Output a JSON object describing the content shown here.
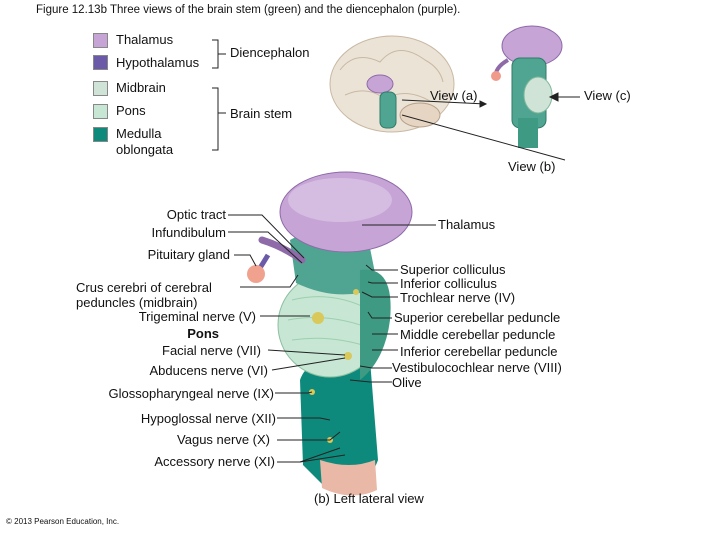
{
  "title": "Figure 12.13b  Three views of the brain stem (green) and the diencephalon (purple).",
  "legend": [
    {
      "label": "Thalamus",
      "color": "#c6a4d6"
    },
    {
      "label": "Hypothalamus",
      "color": "#6a5aa8"
    },
    {
      "label": "Midbrain",
      "color": "#cfe3d6"
    },
    {
      "label": "Pons",
      "color": "#c7e6d3"
    },
    {
      "label": "Medulla\noblongata",
      "color": "#0e8a7c"
    }
  ],
  "groups": {
    "diencephalon": "Diencephalon",
    "brainstem": "Brain stem"
  },
  "views": {
    "a": "View (a)",
    "b": "View (b)",
    "c": "View (c)"
  },
  "left_labels": {
    "optic_tract": "Optic tract",
    "infundibulum": "Infundibulum",
    "pituitary": "Pituitary gland",
    "crus": "Crus cerebri of cerebral\npeduncles (midbrain)",
    "trigeminal": "Trigeminal nerve (V)",
    "pons": "Pons",
    "facial": "Facial nerve (VII)",
    "abducens": "Abducens nerve (VI)",
    "glosso": "Glossopharyngeal nerve (IX)",
    "hypoglossal": "Hypoglossal nerve (XII)",
    "vagus": "Vagus nerve (X)",
    "accessory": "Accessory nerve (XI)"
  },
  "right_labels": {
    "thalamus": "Thalamus",
    "sup_coll": "Superior colliculus",
    "inf_coll": "Inferior colliculus",
    "trochlear": "Trochlear nerve (IV)",
    "sup_ped": "Superior cerebellar peduncle",
    "mid_ped": "Middle cerebellar peduncle",
    "inf_ped": "Inferior cerebellar peduncle",
    "vestib": "Vestibulocochlear nerve (VIII)",
    "olive": "Olive"
  },
  "caption": "(b)  Left lateral view",
  "copyright": "© 2013 Pearson Education, Inc."
}
